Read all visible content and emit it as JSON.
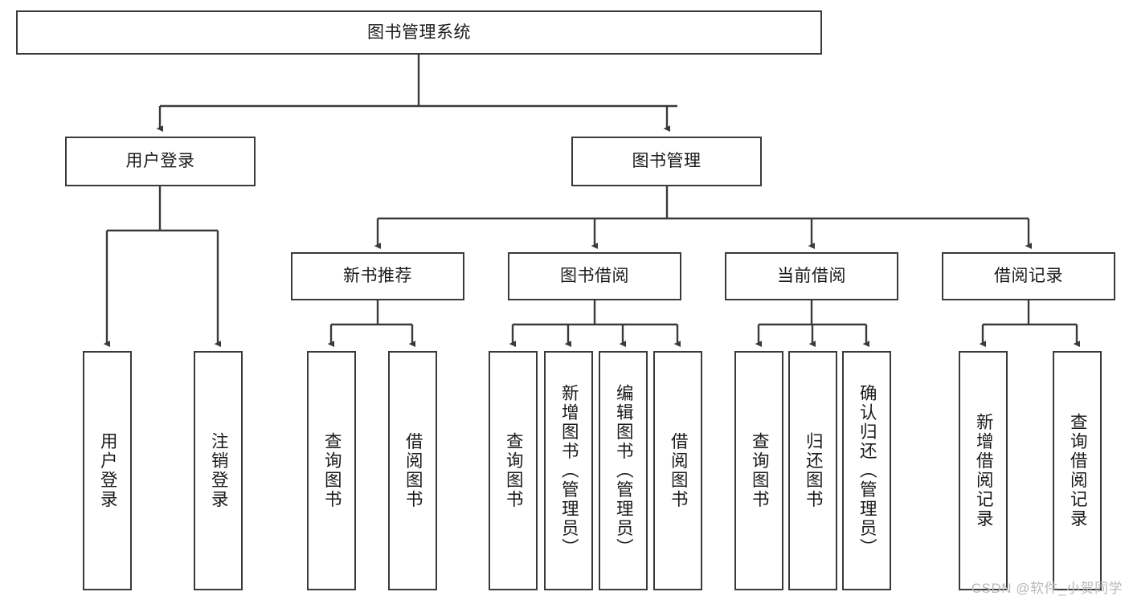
{
  "diagram": {
    "type": "tree-hierarchy",
    "title": "图书管理系统",
    "orientation": "top-down",
    "colors": {
      "box_border": "#3a3a3a",
      "box_fill": "#ffffff",
      "edge": "#3a3a3a",
      "text": "#1a1a1a",
      "watermark": "#b9b9b9"
    },
    "nodes": {
      "root": {
        "label": "图书管理系统"
      },
      "level2": [
        {
          "id": "user-login",
          "label": "用户登录"
        },
        {
          "id": "book-manage",
          "label": "图书管理"
        }
      ],
      "level3": [
        {
          "id": "new-book-recommend",
          "label": "新书推荐"
        },
        {
          "id": "book-borrow",
          "label": "图书借阅"
        },
        {
          "id": "current-borrow",
          "label": "当前借阅"
        },
        {
          "id": "borrow-record",
          "label": "借阅记录"
        }
      ],
      "leaves": {
        "user-login": [
          {
            "id": "leaf-user-login",
            "label": "用户登录"
          },
          {
            "id": "leaf-logout-login",
            "label": "注销登录"
          }
        ],
        "new-book-recommend": [
          {
            "id": "leaf-query-book-1",
            "label": "查询图书"
          },
          {
            "id": "leaf-borrow-book-1",
            "label": "借阅图书"
          }
        ],
        "book-borrow": [
          {
            "id": "leaf-query-book-2",
            "label": "查询图书"
          },
          {
            "id": "leaf-add-book",
            "label": "新增图书（管理员）"
          },
          {
            "id": "leaf-edit-book",
            "label": "编辑图书（管理员）"
          },
          {
            "id": "leaf-borrow-book-2",
            "label": "借阅图书"
          }
        ],
        "current-borrow": [
          {
            "id": "leaf-query-book-3",
            "label": "查询图书"
          },
          {
            "id": "leaf-return-book",
            "label": "归还图书"
          },
          {
            "id": "leaf-confirm-return",
            "label": "确认归还（管理员）"
          }
        ],
        "borrow-record": [
          {
            "id": "leaf-add-record",
            "label": "新增借阅记录"
          },
          {
            "id": "leaf-query-record",
            "label": "查询借阅记录"
          }
        ]
      }
    }
  },
  "watermark": {
    "text": "CSDN @软件_小贺同学"
  }
}
